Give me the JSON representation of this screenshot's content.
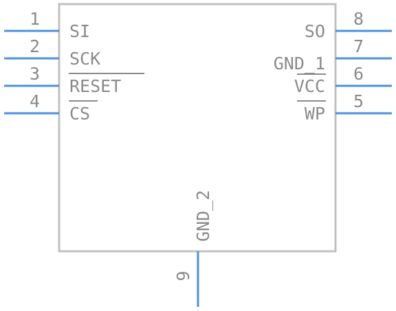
{
  "colors": {
    "body_outline": "#c0c0c0",
    "pin_line": "#4a90e2",
    "text": "#8a8a8a"
  },
  "pins": {
    "p1": {
      "number": "1",
      "name": "SI"
    },
    "p2": {
      "number": "2",
      "name": "SCK"
    },
    "p3": {
      "number": "3",
      "name": "RESET",
      "active_low": true
    },
    "p4": {
      "number": "4",
      "name": "CS",
      "active_low": true
    },
    "p5": {
      "number": "5",
      "name": "WP",
      "active_low": true
    },
    "p6": {
      "number": "6",
      "name": "VCC"
    },
    "p7": {
      "number": "7",
      "name": "GND_1"
    },
    "p8": {
      "number": "8",
      "name": "SO"
    },
    "p9": {
      "number": "9",
      "name": "GND_2"
    }
  }
}
